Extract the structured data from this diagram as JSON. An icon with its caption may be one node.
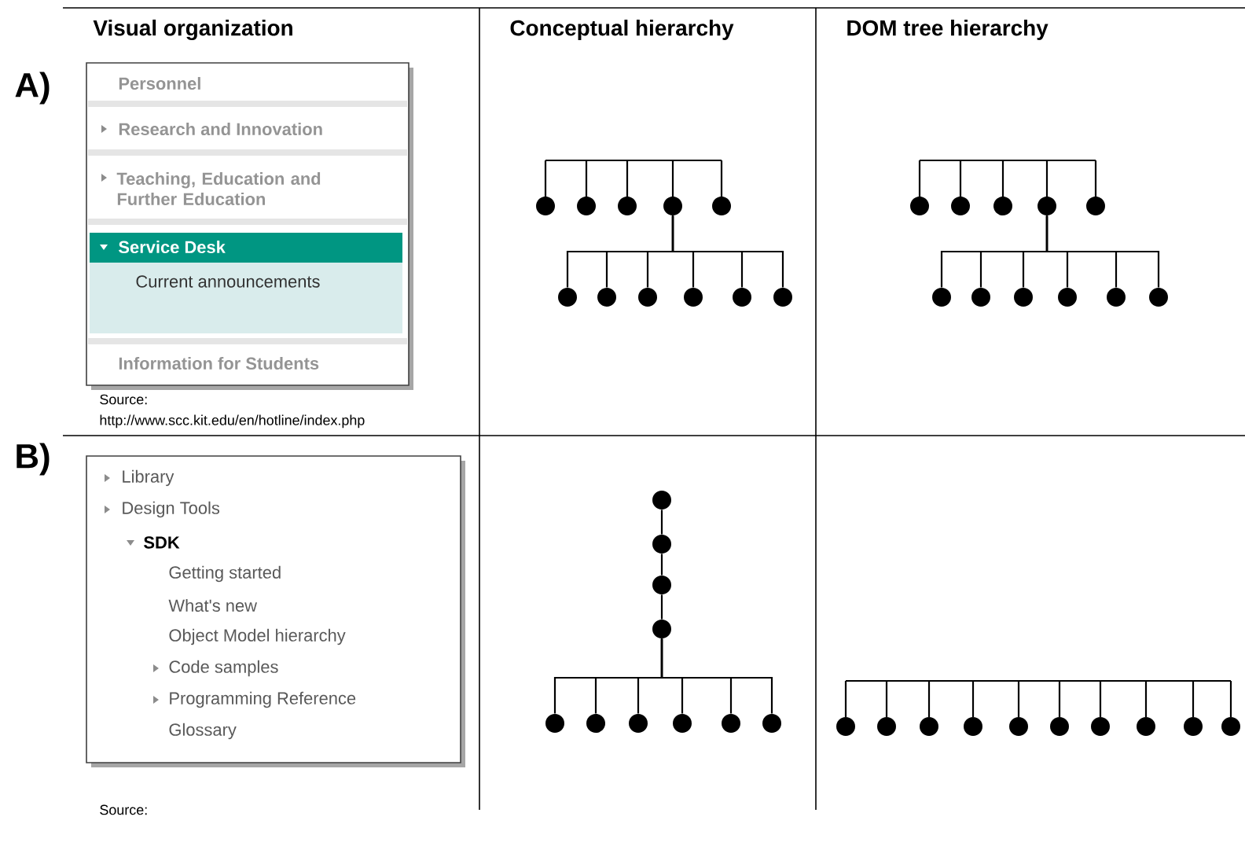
{
  "diagram": {
    "nodes": [
      {
        "text": [],
        "shape": "circle"
      },
      {
        "text": [],
        "shape": "circle"
      },
      {
        "text": [],
        "shape": "circle"
      },
      {
        "text": [],
        "shape": "circle"
      },
      {
        "text": [],
        "shape": "circle"
      },
      {
        "text": [],
        "shape": "circle"
      },
      {
        "text": [],
        "shape": "circle"
      },
      {
        "text": [],
        "shape": "circle"
      },
      {
        "text": [],
        "shape": "circle"
      },
      {
        "text": [],
        "shape": "circle"
      },
      {
        "text": [],
        "shape": "circle"
      },
      {
        "text": [],
        "shape": "circle"
      },
      {
        "text": [],
        "shape": "circle"
      },
      {
        "text": [],
        "shape": "circle"
      },
      {
        "text": [],
        "shape": "circle"
      },
      {
        "text": [],
        "shape": "circle"
      },
      {
        "text": [],
        "shape": "circle"
      },
      {
        "text": [],
        "shape": "circle"
      },
      {
        "text": [],
        "shape": "circle"
      },
      {
        "text": [],
        "shape": "circle"
      },
      {
        "text": [],
        "shape": "circle"
      },
      {
        "text": [],
        "shape": "circle"
      },
      {
        "text": [],
        "shape": "circle"
      },
      {
        "text": [],
        "shape": "circle"
      },
      {
        "text": [],
        "shape": "circle"
      },
      {
        "text": [],
        "shape": "circle"
      },
      {
        "text": [],
        "shape": "circle"
      },
      {
        "text": [],
        "shape": "circle"
      },
      {
        "text": [],
        "shape": "circle"
      },
      {
        "text": [],
        "shape": "circle"
      },
      {
        "text": [],
        "shape": "circle"
      },
      {
        "text": [],
        "shape": "circle"
      },
      {
        "text": [],
        "shape": "circle"
      },
      {
        "text": [],
        "shape": "circle"
      },
      {
        "text": [],
        "shape": "circle"
      },
      {
        "text": [],
        "shape": "circle"
      },
      {
        "text": [],
        "shape": "circle"
      },
      {
        "text": [],
        "shape": "circle"
      },
      {
        "text": [],
        "shape": "circle"
      },
      {
        "text": [],
        "shape": "circle"
      },
      {
        "text": [],
        "shape": "circle"
      },
      {
        "text": [],
        "shape": "circle"
      }
    ],
    "edges": [
      {
        "from": 3,
        "to": 5,
        "arrow": "none"
      },
      {
        "from": 3,
        "to": 6,
        "arrow": "none"
      },
      {
        "from": 3,
        "to": 7,
        "arrow": "none"
      },
      {
        "from": 3,
        "to": 8,
        "arrow": "none"
      },
      {
        "from": 3,
        "to": 9,
        "arrow": "none"
      },
      {
        "from": 3,
        "to": 10,
        "arrow": "none"
      },
      {
        "from": 14,
        "to": 16,
        "arrow": "none"
      },
      {
        "from": 14,
        "to": 17,
        "arrow": "none"
      },
      {
        "from": 14,
        "to": 18,
        "arrow": "none"
      },
      {
        "from": 14,
        "to": 19,
        "arrow": "none"
      },
      {
        "from": 14,
        "to": 20,
        "arrow": "none"
      },
      {
        "from": 14,
        "to": 21,
        "arrow": "none"
      },
      {
        "from": 22,
        "to": 23,
        "arrow": "none"
      },
      {
        "from": 23,
        "to": 24,
        "arrow": "none"
      },
      {
        "from": 24,
        "to": 25,
        "arrow": "none"
      },
      {
        "from": 25,
        "to": 26,
        "arrow": "none"
      },
      {
        "from": 25,
        "to": 27,
        "arrow": "none"
      },
      {
        "from": 25,
        "to": 28,
        "arrow": "none"
      },
      {
        "from": 25,
        "to": 29,
        "arrow": "none"
      },
      {
        "from": 25,
        "to": 30,
        "arrow": "none"
      },
      {
        "from": 25,
        "to": 31,
        "arrow": "none"
      }
    ],
    "labels": [
      "Visual organization",
      "Conceptual hierarchy",
      "DOM tree hierarchy",
      "A)",
      "Personnel",
      "Research and Innovation",
      "Teaching, Education and Further Education",
      "Service Desk",
      "Current announcements",
      "Information for Students",
      "Source:",
      "http://www.scc.kit.edu/en/hotline/index.php",
      "B)",
      "Library",
      "Design Tools",
      "SDK",
      "Getting started",
      "What's new",
      "Object Model hierarchy",
      "Code samples",
      "Programming Reference",
      "Glossary",
      "Source:"
    ]
  }
}
